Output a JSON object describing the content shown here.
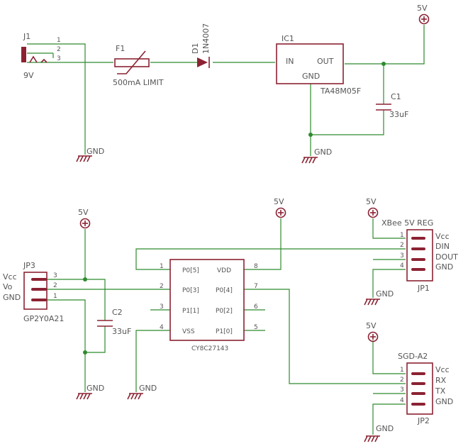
{
  "power": {
    "j1": {
      "ref": "J1",
      "value": "9V",
      "pins": [
        "1",
        "2",
        "3"
      ]
    },
    "f1": {
      "ref": "F1",
      "value": "500mA LIMIT"
    },
    "d1": {
      "ref": "D1",
      "value": "1N4007"
    },
    "ic1": {
      "ref": "IC1",
      "value": "TA48M05F",
      "in": "IN",
      "out": "OUT",
      "gnd": "GND"
    },
    "c1": {
      "ref": "C1",
      "value": "33uF"
    },
    "supply": "5V",
    "gnd1": "GND",
    "gnd2": "GND"
  },
  "logic": {
    "jp3": {
      "ref": "JP3",
      "value": "GP2Y0A21",
      "pins": [
        "Vcc",
        "Vo",
        "GND"
      ],
      "numbers": [
        "3",
        "2",
        "1"
      ]
    },
    "c2": {
      "ref": "C2",
      "value": "33uF"
    },
    "mcu": {
      "value": "CY8C27143",
      "left_pins": [
        {
          "num": "1",
          "name": "P0[5]"
        },
        {
          "num": "2",
          "name": "P0[3]"
        },
        {
          "num": "3",
          "name": "P1[1]"
        },
        {
          "num": "4",
          "name": "VSS"
        }
      ],
      "right_pins": [
        {
          "num": "8",
          "name": "VDD"
        },
        {
          "num": "7",
          "name": "P0[4]"
        },
        {
          "num": "6",
          "name": "P0[2]"
        },
        {
          "num": "5",
          "name": "P1[0]"
        }
      ]
    },
    "jp1": {
      "ref": "JP1",
      "value": "XBee 5V REG",
      "pins": [
        "Vcc",
        "DIN",
        "DOUT",
        "GND"
      ],
      "numbers": [
        "1",
        "2",
        "3",
        "4"
      ]
    },
    "jp2": {
      "ref": "JP2",
      "value": "SGD-A2",
      "pins": [
        "Vcc",
        "RX",
        "TX",
        "GND"
      ],
      "numbers": [
        "1",
        "2",
        "3",
        "4"
      ]
    },
    "vcc_jp3": "5V",
    "vcc_mcu": "5V",
    "vcc_jp1": "5V",
    "vcc_jp2": "5V",
    "gnd_jp3": "GND",
    "gnd_mcu": "GND",
    "gnd_jp1": "GND",
    "gnd_jp2": "GND"
  },
  "colors": {
    "wire": "#2e8b2e",
    "part": "#8b2232",
    "text": "#555555",
    "background": "#ffffff"
  }
}
